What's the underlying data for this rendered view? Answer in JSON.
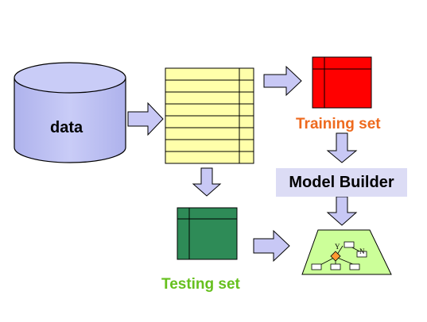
{
  "labels": {
    "data": "data",
    "training_set": "Training set",
    "testing_set": "Testing set",
    "model_builder": "Model Builder",
    "tree_yes": "Y",
    "tree_no": "N"
  },
  "colors": {
    "data_store": "#bfc3f2",
    "table": "#ffffaa",
    "training_table": "#ff0000",
    "testing_table": "#2e8b57",
    "arrow": "#c8c8f5",
    "model_builder_box": "#dcdcf5",
    "tree_area": "#ccff99",
    "tree_decision_node": "#ff9933",
    "training_label": "#ee6a1e",
    "testing_label": "#66c01e"
  },
  "icons": [
    "database-cylinder-icon",
    "table-icon",
    "decision-tree-icon"
  ]
}
